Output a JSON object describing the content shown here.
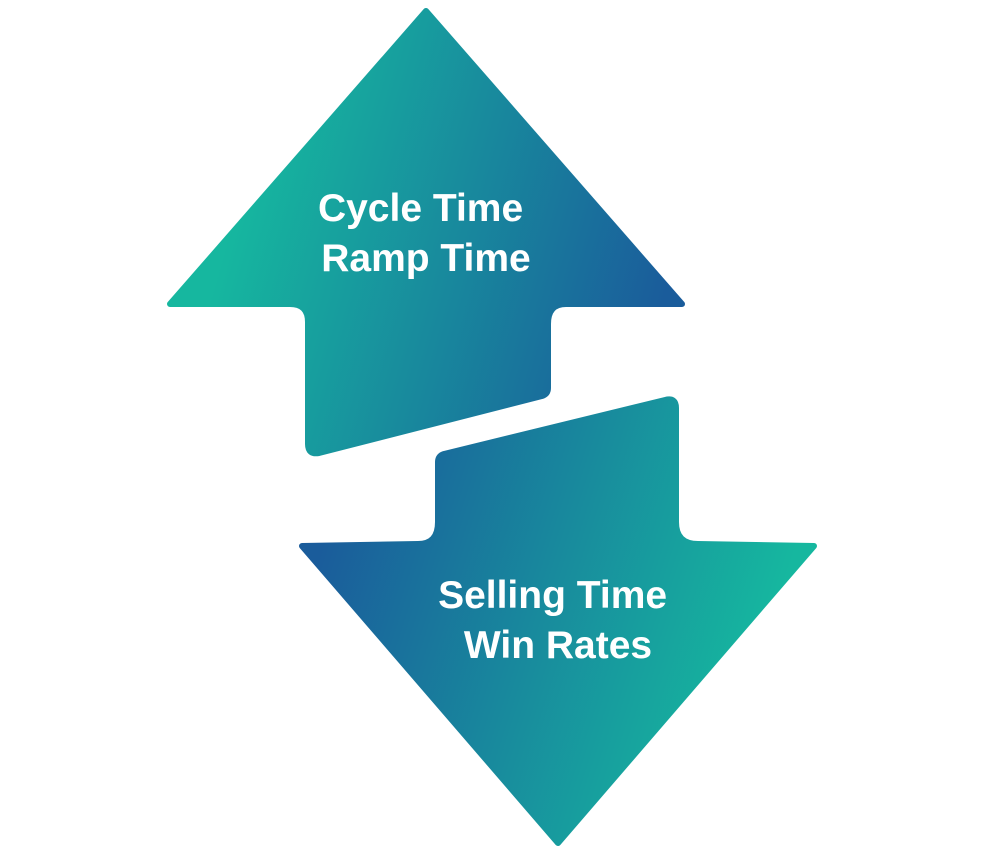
{
  "up_arrow": {
    "lines": [
      "Cycle Time",
      "Ramp Time"
    ],
    "gradient": [
      "#16b79f",
      "#1a5c9b"
    ]
  },
  "down_arrow": {
    "lines": [
      "Selling Time",
      "Win Rates"
    ],
    "gradient": [
      "#1a5c9b",
      "#16b79f"
    ]
  },
  "background_color": "#ffffff"
}
